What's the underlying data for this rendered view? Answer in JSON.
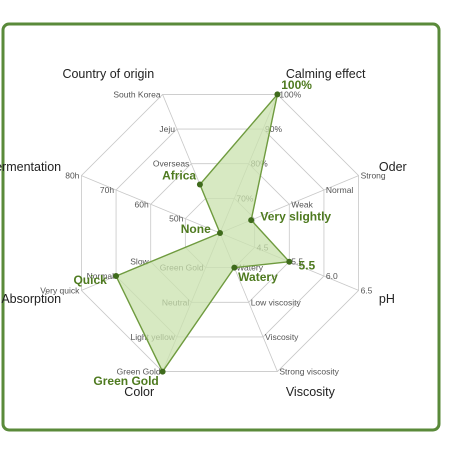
{
  "chart_data": {
    "type": "radar",
    "axes": [
      {
        "name": "Calming effect",
        "ticks": [
          "70%",
          "80%",
          "90%",
          "100%"
        ],
        "value": "100%",
        "value_label": "100%",
        "level": 4.0
      },
      {
        "name": "Oder",
        "ticks": [
          "Weak",
          "Normal",
          "Strong"
        ],
        "value": "Very slightly",
        "value_label": "Very slightly",
        "level": 0.9
      },
      {
        "name": "pH",
        "ticks": [
          "4.5",
          "5.5",
          "6.0",
          "6.5"
        ],
        "value": "5.5",
        "value_label": "5.5",
        "level": 2.0
      },
      {
        "name": "Viscosity",
        "ticks": [
          "Watery",
          "Low viscosity",
          "Viscosity",
          "Strong viscosity"
        ],
        "value": "Watery",
        "value_label": "Watery",
        "level": 1.0
      },
      {
        "name": "Color",
        "ticks": [
          "Green Gold",
          "Neutral",
          "Light yellow",
          "Green Gold"
        ],
        "value": "Green Gold",
        "value_label": "Green Gold",
        "level": 4.0
      },
      {
        "name": "Skin Absorption",
        "ticks": [
          "Slow",
          "Normal",
          "Very quick"
        ],
        "value": "Quick",
        "value_label": "Quick",
        "level": 3.0
      },
      {
        "name": "Hours of Fermentation",
        "ticks": [
          "50h",
          "60h",
          "70h",
          "80h"
        ],
        "value": "None",
        "value_label": "None",
        "level": 0.0
      },
      {
        "name": "Country of origin",
        "ticks": [
          "Overseas",
          "Jeju",
          "South Korea"
        ],
        "value": "Africa",
        "value_label": "Africa",
        "level": 1.4
      }
    ],
    "rings": 4,
    "fill_color": "#c9e2ae",
    "line_color": "#6f9b3f",
    "point_color": "#3f6b1c",
    "grid_color": "#c8c8c8",
    "frame_color": "#5a8a3a"
  }
}
